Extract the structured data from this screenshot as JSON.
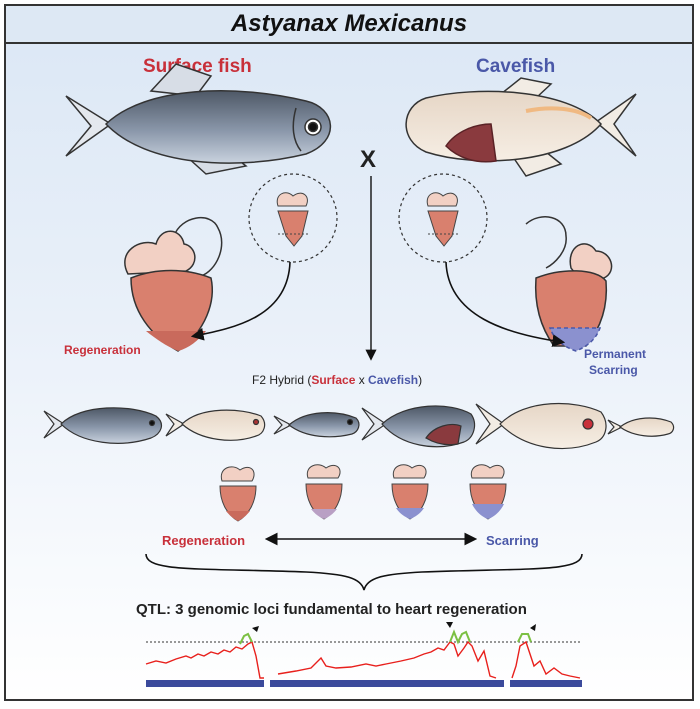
{
  "title": "Astyanax Mexicanus",
  "surface_label": "Surface fish",
  "cave_label": "Cavefish",
  "cross_symbol": "X",
  "regeneration_label": "Regeneration",
  "scarring_label_1": "Permanent",
  "scarring_label_2": "Scarring",
  "f2": {
    "prefix": "F2 Hybrid (",
    "surface": "Surface",
    "x": " x ",
    "cave": "Cavefish",
    "suffix": ")"
  },
  "spectrum_left": "Regeneration",
  "spectrum_right": "Scarring",
  "qtl_title": "QTL: 3 genomic loci fundamental to heart regeneration",
  "colors": {
    "surface": "#c8303a",
    "cave": "#4a58a8",
    "heart": "#d9806e",
    "scar": "#8b91cf",
    "qtl_line": "#e8201c",
    "qtl_peak": "#7cc043",
    "chromosome_bar": "#3b4a9c"
  }
}
